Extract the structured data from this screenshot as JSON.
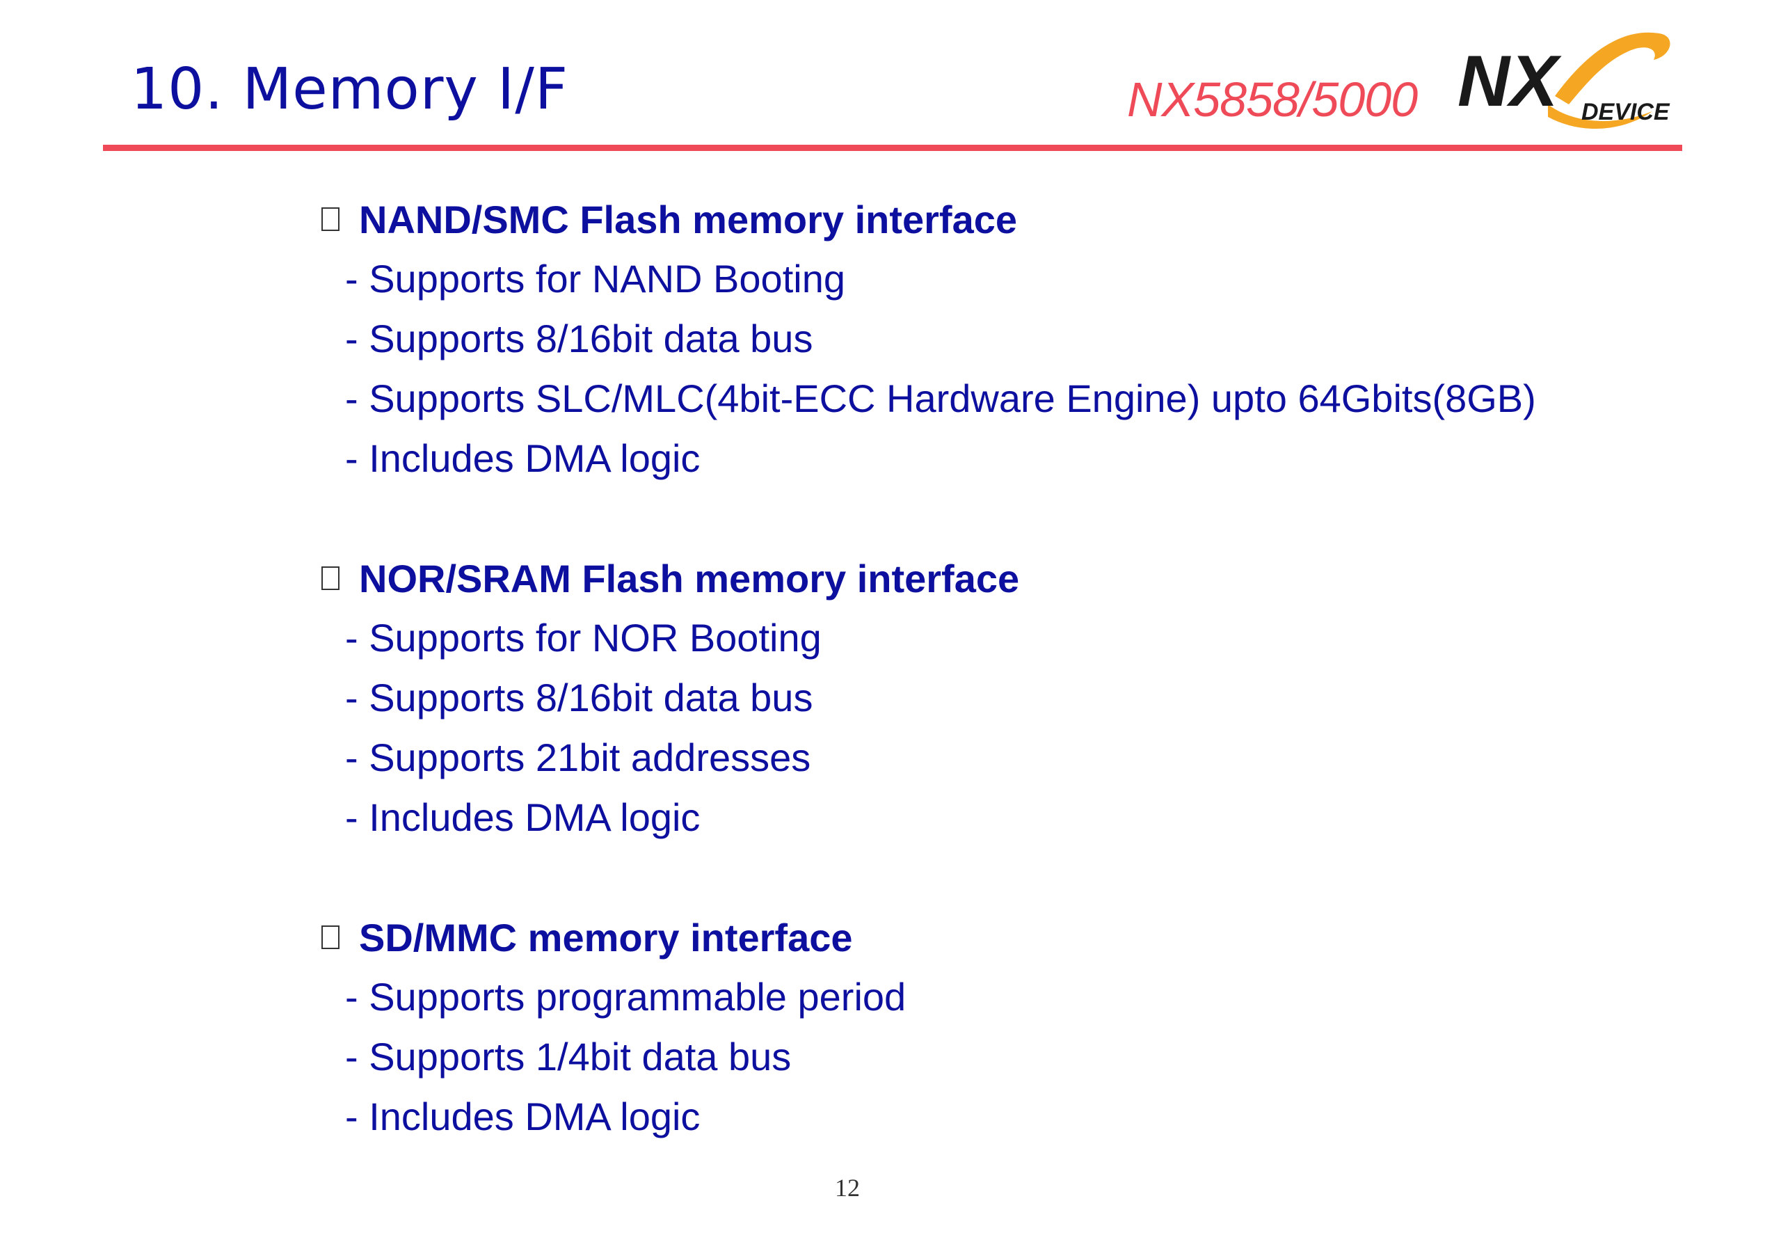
{
  "header": {
    "title": "10. Memory I/F",
    "model": "NX5858/5000",
    "logo_text": "NX",
    "logo_subtext": "DEVICE"
  },
  "colors": {
    "title": "#0d109f",
    "accent": "#ef4a58",
    "text": "#0d109f",
    "logo_orange": "#f5a623",
    "logo_dark": "#1a1a1a"
  },
  "sections": [
    {
      "heading": "NAND/SMC Flash memory interface",
      "items": [
        "- Supports for NAND Booting",
        "- Supports 8/16bit data bus",
        "- Supports SLC/MLC(4bit-ECC Hardware Engine) upto 64Gbits(8GB)",
        "- Includes DMA logic"
      ]
    },
    {
      "heading": "NOR/SRAM Flash memory interface",
      "items": [
        "- Supports for NOR Booting",
        "- Supports 8/16bit data bus",
        "- Supports 21bit addresses",
        "- Includes DMA logic"
      ]
    },
    {
      "heading": "SD/MMC memory interface",
      "items": [
        "- Supports programmable period",
        "- Supports 1/4bit data bus",
        "- Includes DMA logic"
      ]
    }
  ],
  "footer": {
    "page_number": "12"
  }
}
